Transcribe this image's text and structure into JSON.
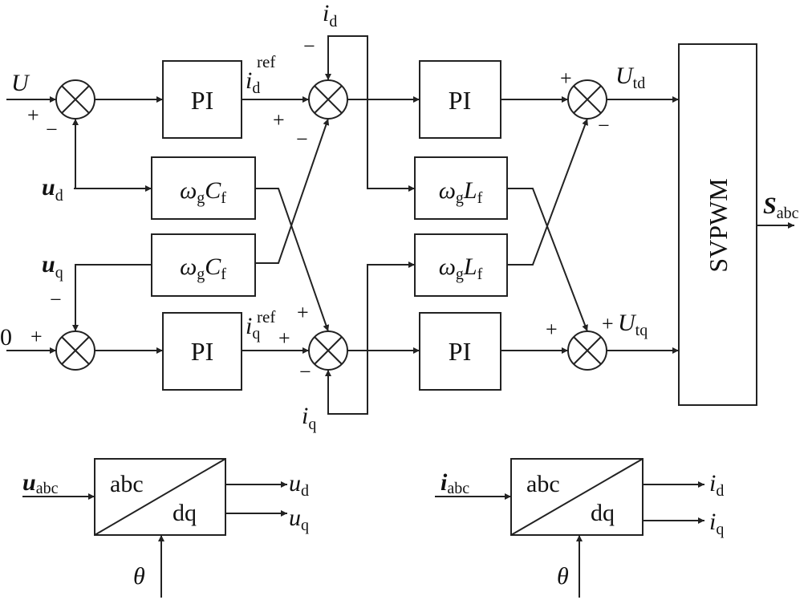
{
  "blocks": {
    "pi": "PI",
    "omega": "ω",
    "g": "g",
    "C": "C",
    "L": "L",
    "f": "f",
    "svpwm": "SVPWM",
    "abc": "abc",
    "dq": "dq"
  },
  "signals": {
    "U": "U",
    "zero": "0",
    "u": "u",
    "i": "i",
    "d": "d",
    "q": "q",
    "ref": "ref",
    "Ut": "U",
    "td": "td",
    "tq": "tq",
    "S": "S",
    "abc_sub": "abc",
    "theta": "θ"
  },
  "signs": {
    "plus": "+",
    "minus": "−"
  }
}
